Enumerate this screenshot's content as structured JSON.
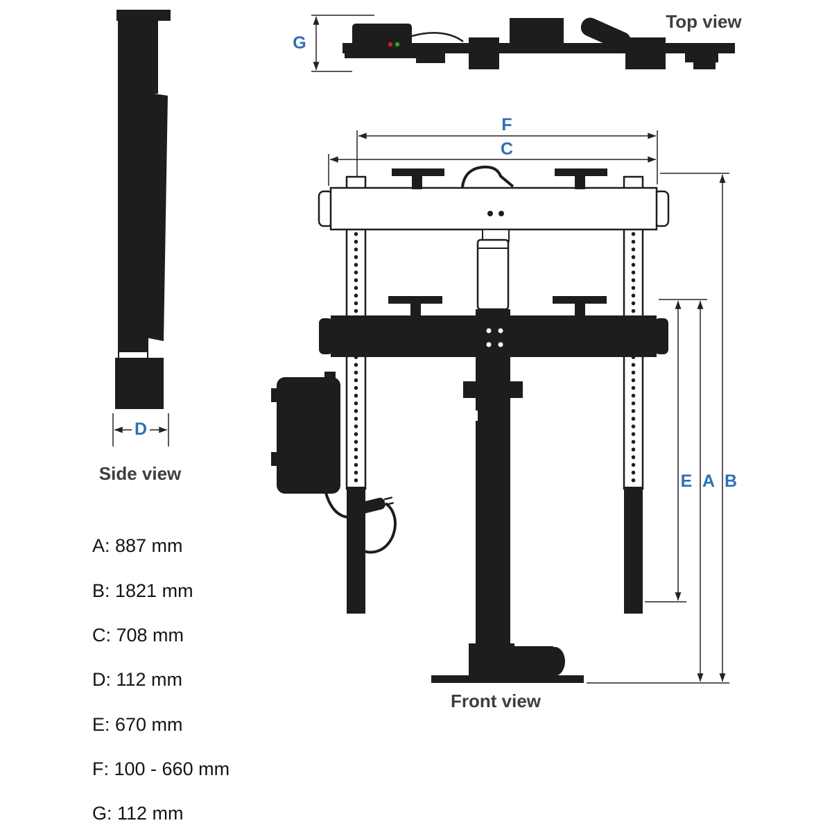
{
  "views": {
    "side": {
      "label": "Side view"
    },
    "top": {
      "label": "Top view"
    },
    "front": {
      "label": "Front view"
    }
  },
  "dimension_letters": {
    "A": "A",
    "B": "B",
    "C": "C",
    "D": "D",
    "E": "E",
    "F": "F",
    "G": "G"
  },
  "dimension_list": [
    {
      "letter": "A",
      "value": "887 mm",
      "text": "A: 887 mm"
    },
    {
      "letter": "B",
      "value": "1821 mm",
      "text": "B: 1821 mm"
    },
    {
      "letter": "C",
      "value": "708 mm",
      "text": "C: 708 mm"
    },
    {
      "letter": "D",
      "value": "112 mm",
      "text": "D: 112 mm"
    },
    {
      "letter": "E",
      "value": "670 mm",
      "text": "E: 670 mm"
    },
    {
      "letter": "F",
      "value": "100 - 660 mm",
      "text": "F: 100 - 660 mm"
    },
    {
      "letter": "G",
      "value": "112 mm",
      "text": "G: 112 mm"
    }
  ],
  "colors": {
    "dimension_letter_blue": "#2e6fb7",
    "drawing_black": "#1d1d1d",
    "dimension_line_gray": "#222222",
    "view_label_gray": "#3e3e3e",
    "indicator_red": "#cc2222",
    "indicator_green": "#22aa33"
  }
}
